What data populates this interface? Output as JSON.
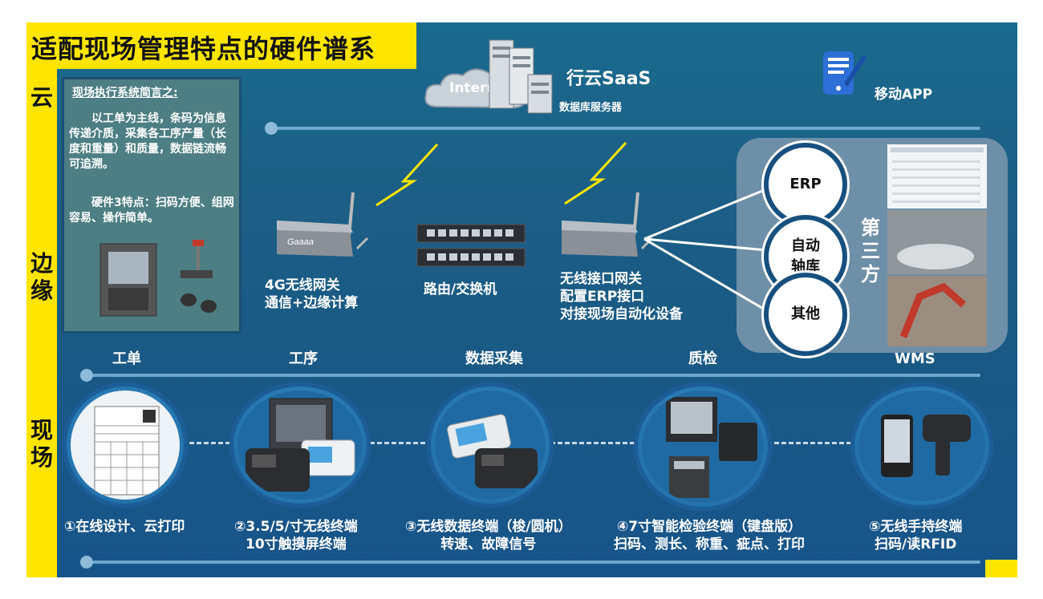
{
  "title": "适配现场管理特点的硬件谱系",
  "layers": {
    "cloud": "云",
    "edge": "边缘",
    "field": "现场"
  },
  "cloud": {
    "internet": "Internet",
    "saas": "行云SaaS",
    "db_server": "数据库服务器",
    "mobile_app": "移动APP"
  },
  "summary": {
    "heading": "现场执行系统简言之:",
    "body": "以工单为主线，条码为信息传递介质，采集各工序产量（长度和重量）和质量，数据链流畅可追溯。",
    "features": "硬件3特点：扫码方便、组网容易、操作简单。"
  },
  "edge": {
    "gateway_4g": [
      "4G无线网关",
      "通信+边缘计算"
    ],
    "router": "路由/交换机",
    "wireless_gw": [
      "无线接口网关",
      "配置ERP接口",
      "对接现场自动化设备"
    ],
    "gw_brand": "Gaaaa"
  },
  "third_party": {
    "label": "第三方",
    "erp": "ERP",
    "auto_store": "自动轴库",
    "other": "其他"
  },
  "stages": [
    "工单",
    "工序",
    "数据采集",
    "质检",
    "WMS"
  ],
  "terminals": [
    [
      "①在线设计、云打印"
    ],
    [
      "②3.5/5/寸无线终端",
      "10寸触摸屏终端"
    ],
    [
      "③无线数据终端（梭/圆机）",
      "转速、故障信号"
    ],
    [
      "④7寸智能检验终端（键盘版）",
      "扫码、测长、称重、疵点、打印"
    ],
    [
      "⑤无线手持终端",
      "扫码/读RFID"
    ]
  ],
  "colors": {
    "accent": "#fee500",
    "background": "#1c5f86",
    "line": "#6fa8cc"
  }
}
